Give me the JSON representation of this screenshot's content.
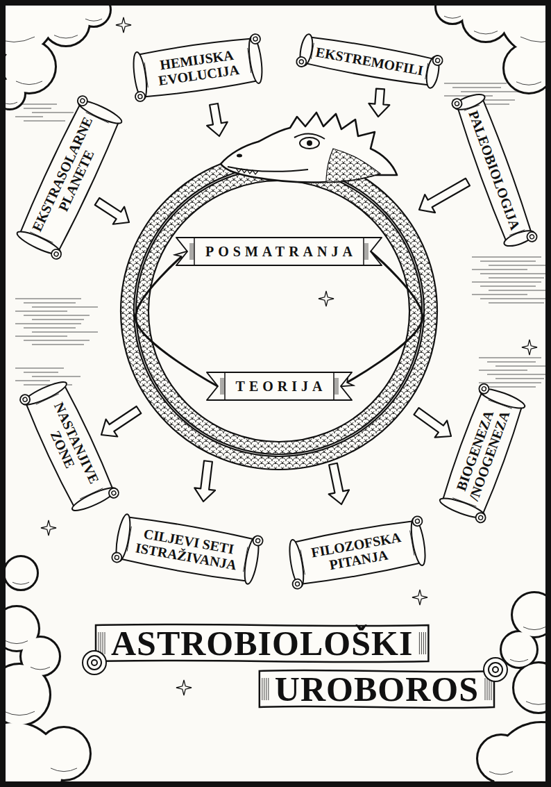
{
  "diagram": {
    "title": "ASTROBIOLOŠKI UROBOROS",
    "nodes": [
      {
        "text": [
          "HEMIJSKA EVOLUCIJA"
        ]
      },
      {
        "text": [
          "EKSTREMOFILI"
        ]
      },
      {
        "text": [
          "EKSTRASOLARNE PLANETE"
        ]
      },
      {
        "text": [
          "PALEOBIOLOGIJA"
        ]
      },
      {
        "text": [
          "POSMATRANJA"
        ]
      },
      {
        "text": [
          "TEORIJA"
        ]
      },
      {
        "text": [
          "NASTANJIVE ZONE"
        ]
      },
      {
        "text": [
          "BIOGENEZA /NOOGENEZA"
        ]
      },
      {
        "text": [
          "CILJEVI SETI ISTRAŽIVANJA"
        ]
      },
      {
        "text": [
          "FILOZOFSKA PITANJA"
        ]
      }
    ],
    "edges": [
      {
        "from": 4,
        "to": 5,
        "arrow": "to"
      },
      {
        "from": 5,
        "to": 4,
        "arrow": "to"
      }
    ]
  }
}
